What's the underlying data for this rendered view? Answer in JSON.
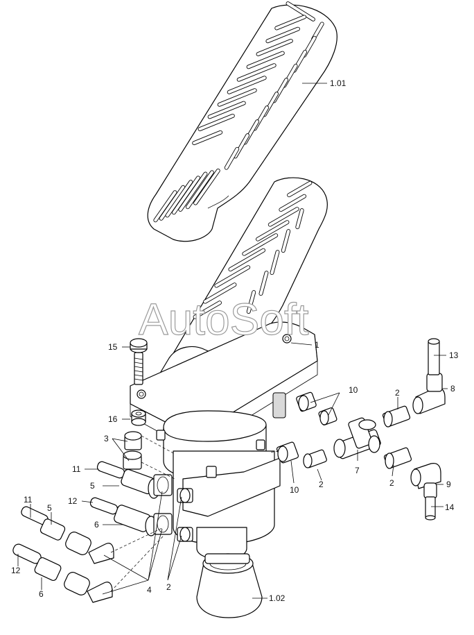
{
  "watermark": "AutoSoft",
  "labels": {
    "l_101": "1.01",
    "l_1": "1",
    "l_15": "15",
    "l_16": "16",
    "l_13": "13",
    "l_8": "8",
    "l_10a": "10",
    "l_2a": "2",
    "l_3": "3",
    "l_11a": "11",
    "l_5a": "5",
    "l_12a": "12",
    "l_6a": "6",
    "l_11b": "11",
    "l_5b": "5",
    "l_12b": "12",
    "l_6b": "6",
    "l_7": "7",
    "l_10b": "10",
    "l_2b": "2",
    "l_2c": "2",
    "l_9": "9",
    "l_14": "14",
    "l_4": "4",
    "l_2d": "2",
    "l_102": "1.02"
  }
}
